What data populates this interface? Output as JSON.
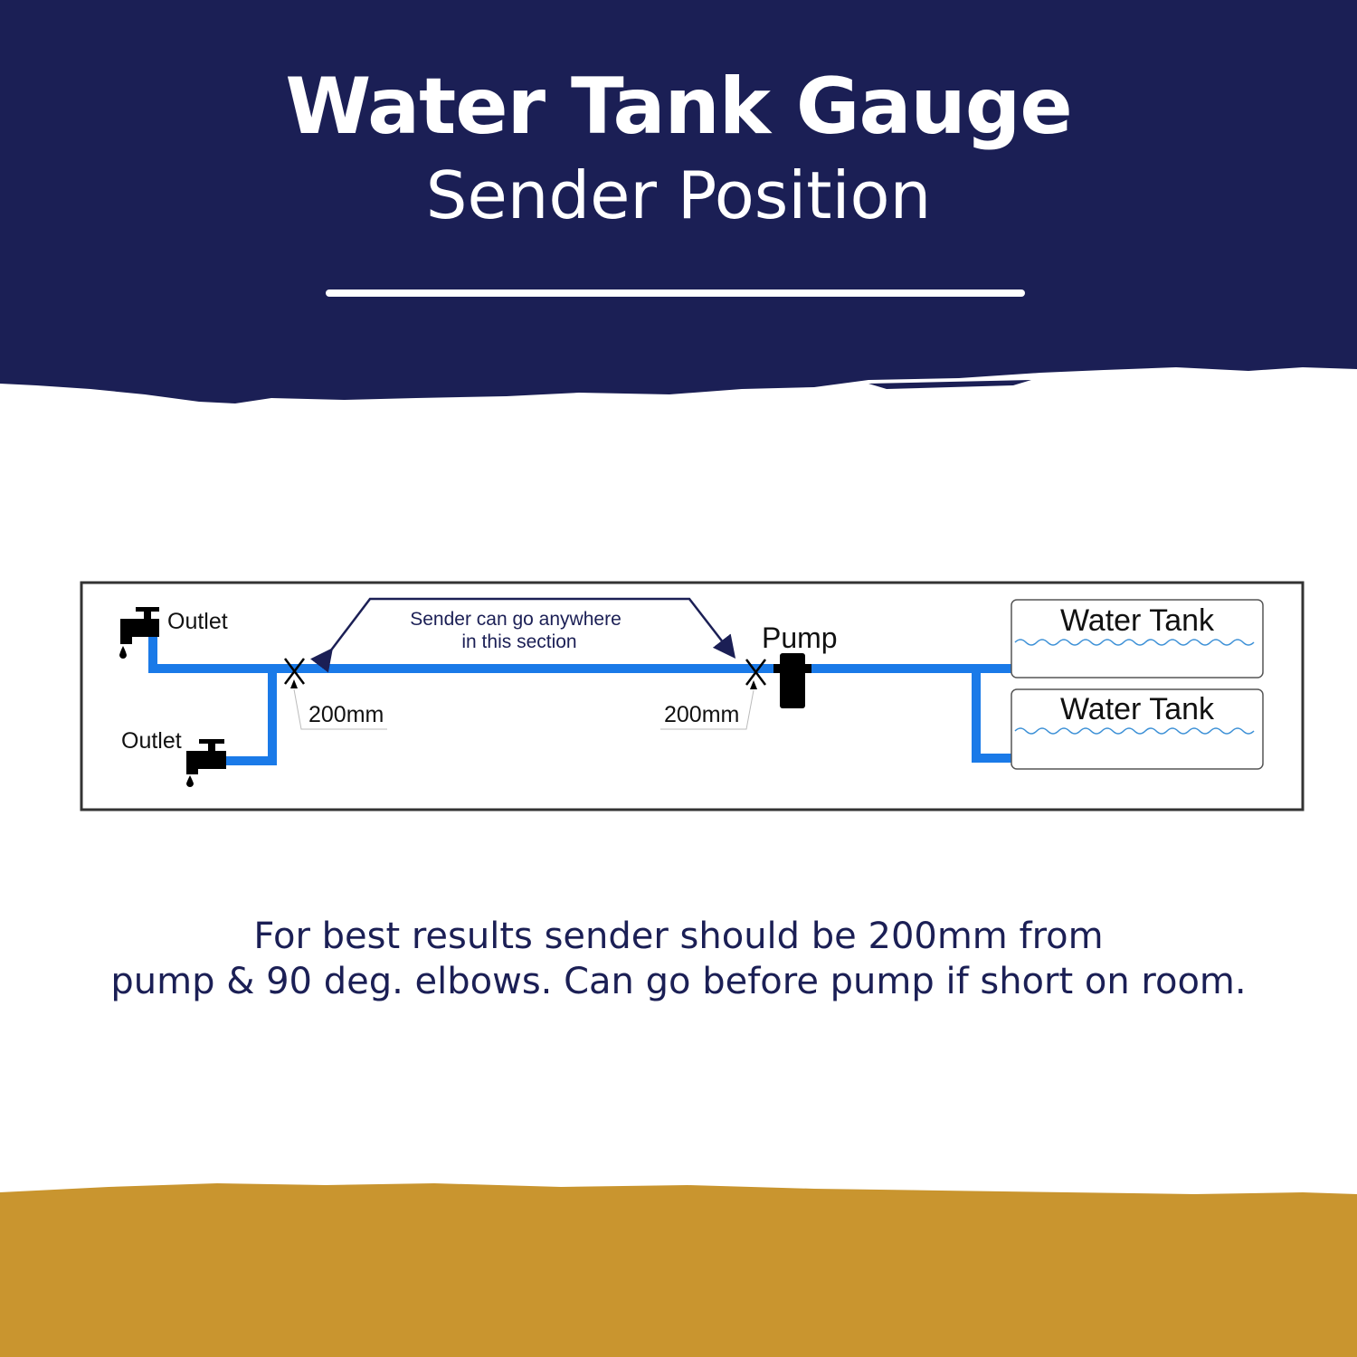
{
  "header": {
    "title": "Water Tank Gauge",
    "subtitle": "Sender Position"
  },
  "diagram": {
    "outlet_top_label": "Outlet",
    "outlet_bottom_label": "Outlet",
    "section_note_line1": "Sender can go anywhere",
    "section_note_line2": "in this section",
    "distance_left_label": "200mm",
    "distance_right_label": "200mm",
    "pump_label": "Pump",
    "tank_top_label": "Water Tank",
    "tank_bottom_label": "Water Tank"
  },
  "caption": {
    "line1": "For best results sender should be 200mm from",
    "line2": "pump & 90 deg. elbows. Can go before pump if short on room."
  },
  "colors": {
    "navy": "#1b1f55",
    "pipe_blue": "#1a7ae8",
    "gold": "#c9952f",
    "wave_blue": "#3a8fd6"
  }
}
